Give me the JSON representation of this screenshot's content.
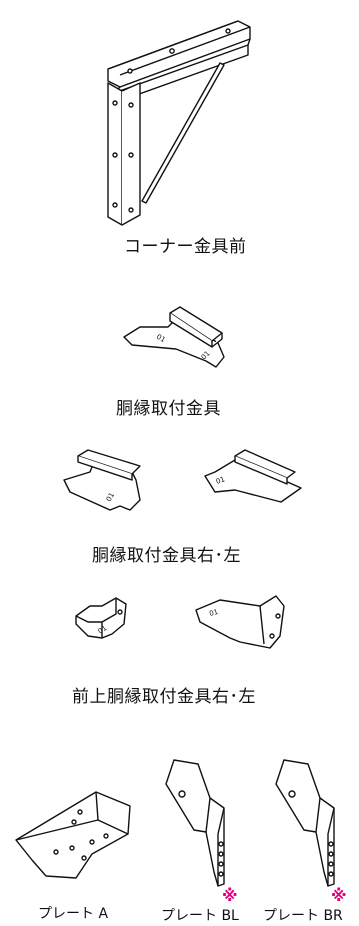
{
  "parts": {
    "corner_bracket": {
      "label": "コーナー金具前"
    },
    "body_edge_fitting": {
      "label": "胴縁取付金具"
    },
    "body_edge_fitting_rl": {
      "label": "胴縁取付金具右･左"
    },
    "front_upper_fitting_rl": {
      "label": "前上胴縁取付金具右･左"
    },
    "plate_a": {
      "label": "プレート A"
    },
    "plate_bl": {
      "label": "プレート BL",
      "mark": "※"
    },
    "plate_br": {
      "label": "プレート BR",
      "mark": "※"
    }
  },
  "colors": {
    "mark": "#e6007e",
    "line": "#111111"
  }
}
